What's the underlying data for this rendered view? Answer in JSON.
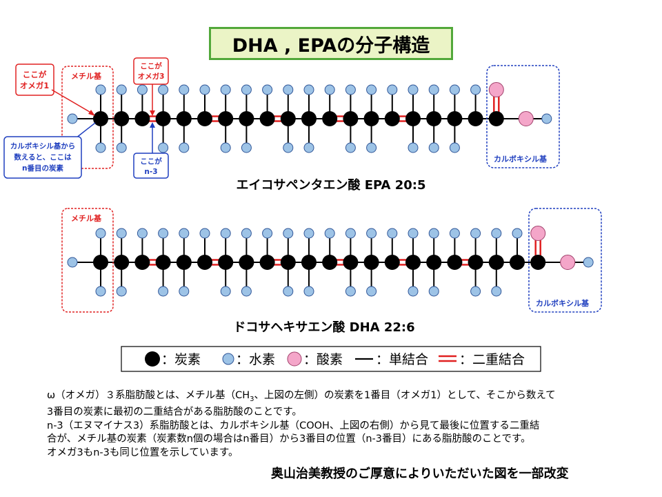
{
  "title": "DHA , EPAの分子構造",
  "epa": {
    "caption": "エイコサペンタエン酸 EPA 20:5",
    "methyl_label": "メチル基",
    "carboxyl_label": "カルボキシル基",
    "double_bond_after_carbons": [
      3,
      6,
      9,
      12,
      15,
      19
    ],
    "callouts": {
      "omega1": [
        "ここが",
        "オメガ1"
      ],
      "omega3": [
        "ここが",
        "オメガ3"
      ],
      "n3": [
        "ここが",
        "n-3"
      ],
      "count": [
        "カルボキシル基から",
        "数えると、ここは",
        "n番目の炭素"
      ]
    }
  },
  "dha": {
    "caption": "ドコサヘキサエン酸 DHA 22:6",
    "methyl_label": "メチル基",
    "carboxyl_label": "カルボキシル基",
    "double_bond_after_carbons": [
      3,
      6,
      9,
      12,
      15,
      18,
      21
    ]
  },
  "legend": {
    "carbon": "：炭素",
    "hydrogen": "：水素",
    "oxygen": "：酸素",
    "single": "：単結合",
    "double": "：二重結合"
  },
  "description": {
    "line1_a": "ω（オメガ）３系脂肪酸とは、メチル基（CH",
    "line1_sub": "3",
    "line1_b": "、上図の左側）の炭素を1番目（オメガ1）として、そこから数えて",
    "line2": "3番目の炭素に最初の二重結合がある脂肪酸のことです。",
    "line3": "n-3（エヌマイナス3）系脂肪酸とは、カルボキシル基（COOH、上図の右側）から見て最後に位置する二重結",
    "line4": "合が、メチル基の炭素（炭素数n個の場合はn番目）から3番目の位置（n-3番目）にある脂肪酸のことです。",
    "line5": "オメガ3もn-3も同じ位置を示しています。"
  },
  "credit": "奥山治美教授のご厚意によりいただいた図を一部改変",
  "colors": {
    "carbon": "#000000",
    "hydrogen": "#9dc3e6",
    "hydrogen_stroke": "#2f5597",
    "oxygen": "#f4a6c9",
    "oxygen_stroke": "#a0406b",
    "double_bond": "#e02020",
    "methyl_box": "#e02020",
    "carboxyl_box": "#1f3fbf",
    "title_bg": "#ebf4c6",
    "title_border": "#52a83a"
  }
}
